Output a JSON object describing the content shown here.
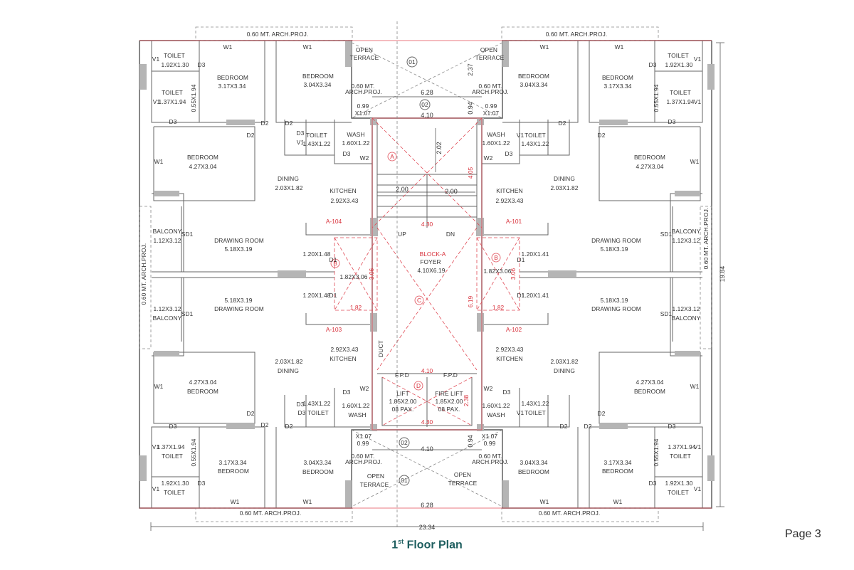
{
  "page": {
    "number_label": "Page 3",
    "title_ordinal": "1",
    "title_suffix": "st",
    "title_rest": " Floor Plan"
  },
  "colors": {
    "accent": "#1f5f60",
    "annotation_red": "#e04a55",
    "wall": "#555555",
    "column_fill": "#b5b5b5"
  },
  "dimensions": {
    "overall_width": "23.34",
    "overall_depth": "19.84",
    "arch_proj": "0.60 MT. ARCH.PROJ.",
    "core_top_width": "6.28",
    "core_width_a": "4.10",
    "core_width_b": "4.30",
    "core_col_1": "2.00",
    "core_col_2": "2.00",
    "stair_run": "2.02",
    "d_237": "2.37",
    "d_094": "0.94",
    "d_405": "4.05",
    "d_306": "3.06",
    "d_619": "6.19",
    "d_182": "1.82",
    "d_238": "2.38",
    "grid_01": "01",
    "grid_02": "02"
  },
  "markers": [
    "A",
    "B",
    "C",
    "D"
  ],
  "core": {
    "block": "BLOCK-A",
    "foyer": "FOYER",
    "foyer_size": "4.10X6.19",
    "up": "UP",
    "dn": "DN",
    "lift": "LIFT",
    "lift_size": "1.85X2.00",
    "lift_pax": "08 PAX.",
    "fire_lift": "FIRE LIFT",
    "fire_lift_size": "1.85X2.00",
    "fire_lift_pax": "08 PAX.",
    "fpd": "F.P.D",
    "duct": "DUCT"
  },
  "units": [
    "A-104",
    "A-101",
    "A-103",
    "A-102"
  ],
  "rooms": {
    "toilet": "TOILET",
    "toilet_a": "1.92X1.30",
    "toilet_b": "1.37X1.94",
    "toilet_c": "1.43X1.22",
    "bedroom": "BEDROOM",
    "bed_a": "3.17X3.34",
    "bed_b": "3.04X3.34",
    "bed_c": "4.27X3.04",
    "open": "OPEN",
    "terrace": "TERRACE",
    "proj_small": "0.60 MT.",
    "proj_small2": "ARCH.PROJ.",
    "duct_a": "0.99",
    "duct_b": "X1.07",
    "duct_c": "X1.07",
    "duct_d": "0.99",
    "shaft": "0.55X1.94",
    "wash": "WASH",
    "wash_size": "1.60X1.22",
    "dining": "DINING",
    "dining_size": "2.03X1.82",
    "kitchen": "KITCHEN",
    "kitchen_size": "2.92X3.43",
    "drawing": "DRAWING ROOM",
    "drawing_size": "5.18X3.19",
    "balcony": "BALCONY",
    "balcony_size": "1.12X3.12",
    "lobby_a": "1.20X1.48",
    "lobby_b": "1.20X1.41",
    "lobby_c": "1.82X3.06"
  },
  "openings": {
    "v1": "V1",
    "w1": "W1",
    "w2": "W2",
    "d2": "D2",
    "d3": "D3",
    "d1": "D1",
    "sd1": "SD1"
  }
}
